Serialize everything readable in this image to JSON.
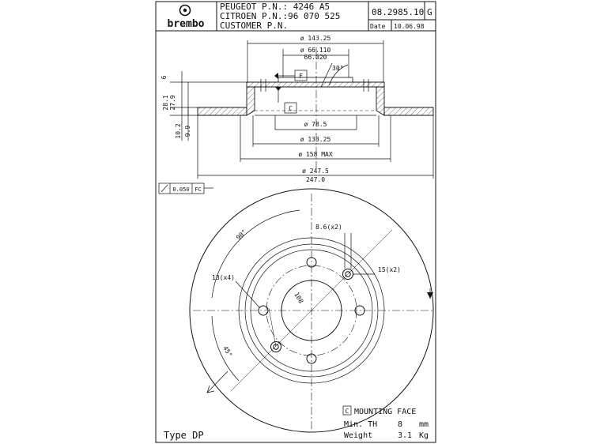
{
  "title_block": {
    "logo_text": "brembo",
    "line1": "PEUGEOT P.N.:  4246 A5",
    "line2": "CITROEN P.N.:96 070 525",
    "line3": "CUSTOMER P.N.",
    "part_number": "08.2985.10",
    "revision": "G",
    "date_label": "Date",
    "date_value": "10.06.98"
  },
  "section_view": {
    "dia_143": "ø 143.25",
    "dia_66_max": "ø 66.110",
    "dia_66_min": "66.020",
    "angle_30": "30°",
    "datum_f": "F",
    "datum_c": "C",
    "dia_78": "ø 78.5",
    "dia_133": "ø 133.25",
    "dia_158": "ø 158 MAX",
    "dia_247_max": "ø 247.5",
    "dia_247_min": "247.0",
    "dim_6": "6",
    "dim_28_1": "28.1",
    "dim_27_9": "27.9",
    "dim_10_2": "10.2",
    "dim_9_9": "9.9",
    "tolerance_value": "0.050",
    "tolerance_datum": "FC"
  },
  "front_view": {
    "angle_90": "90°",
    "angle_45": "45°",
    "hole_8_6": "8.6(x2)",
    "hole_15": "15(x2)",
    "hole_13": "13(x4)",
    "pcd_108": "108"
  },
  "footer": {
    "type_label": "Type DP",
    "mounting_face_marker": "C",
    "mounting_face_text": "MOUNTING FACE",
    "min_th_label": "Min. TH",
    "min_th_value": "8",
    "min_th_unit": "mm",
    "weight_label": "Weight",
    "weight_value": "3.1",
    "weight_unit": "Kg"
  }
}
